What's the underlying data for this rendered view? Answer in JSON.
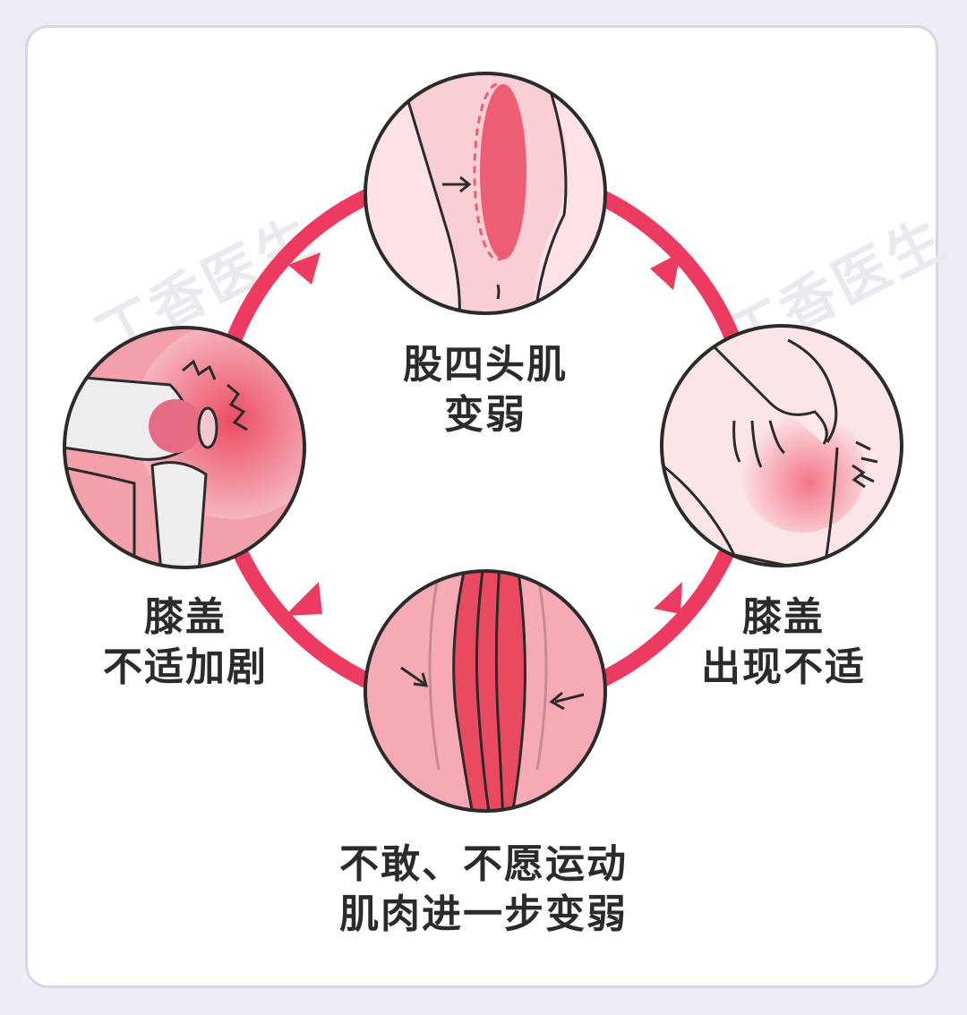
{
  "watermark": {
    "brand": "丁香医生"
  },
  "colors": {
    "cycle": "#ec3a60",
    "skin": "#fce3e6",
    "muscle": "#ef5f73",
    "border": "#d8d4ea"
  },
  "steps": [
    {
      "id": "quadriceps-weak",
      "icon": "thigh-muscle-icon",
      "lines": [
        "股四头肌",
        "变弱"
      ]
    },
    {
      "id": "knee-discomfort",
      "icon": "hands-on-knee-icon",
      "lines": [
        "膝盖",
        "出现不适"
      ]
    },
    {
      "id": "avoid-exercise",
      "icon": "muscle-fibers-icon",
      "lines": [
        "不敢、不愿运动",
        "肌肉进一步变弱"
      ]
    },
    {
      "id": "knee-worse",
      "icon": "knee-joint-pain-icon",
      "lines": [
        "膝盖",
        "不适加剧"
      ]
    }
  ]
}
